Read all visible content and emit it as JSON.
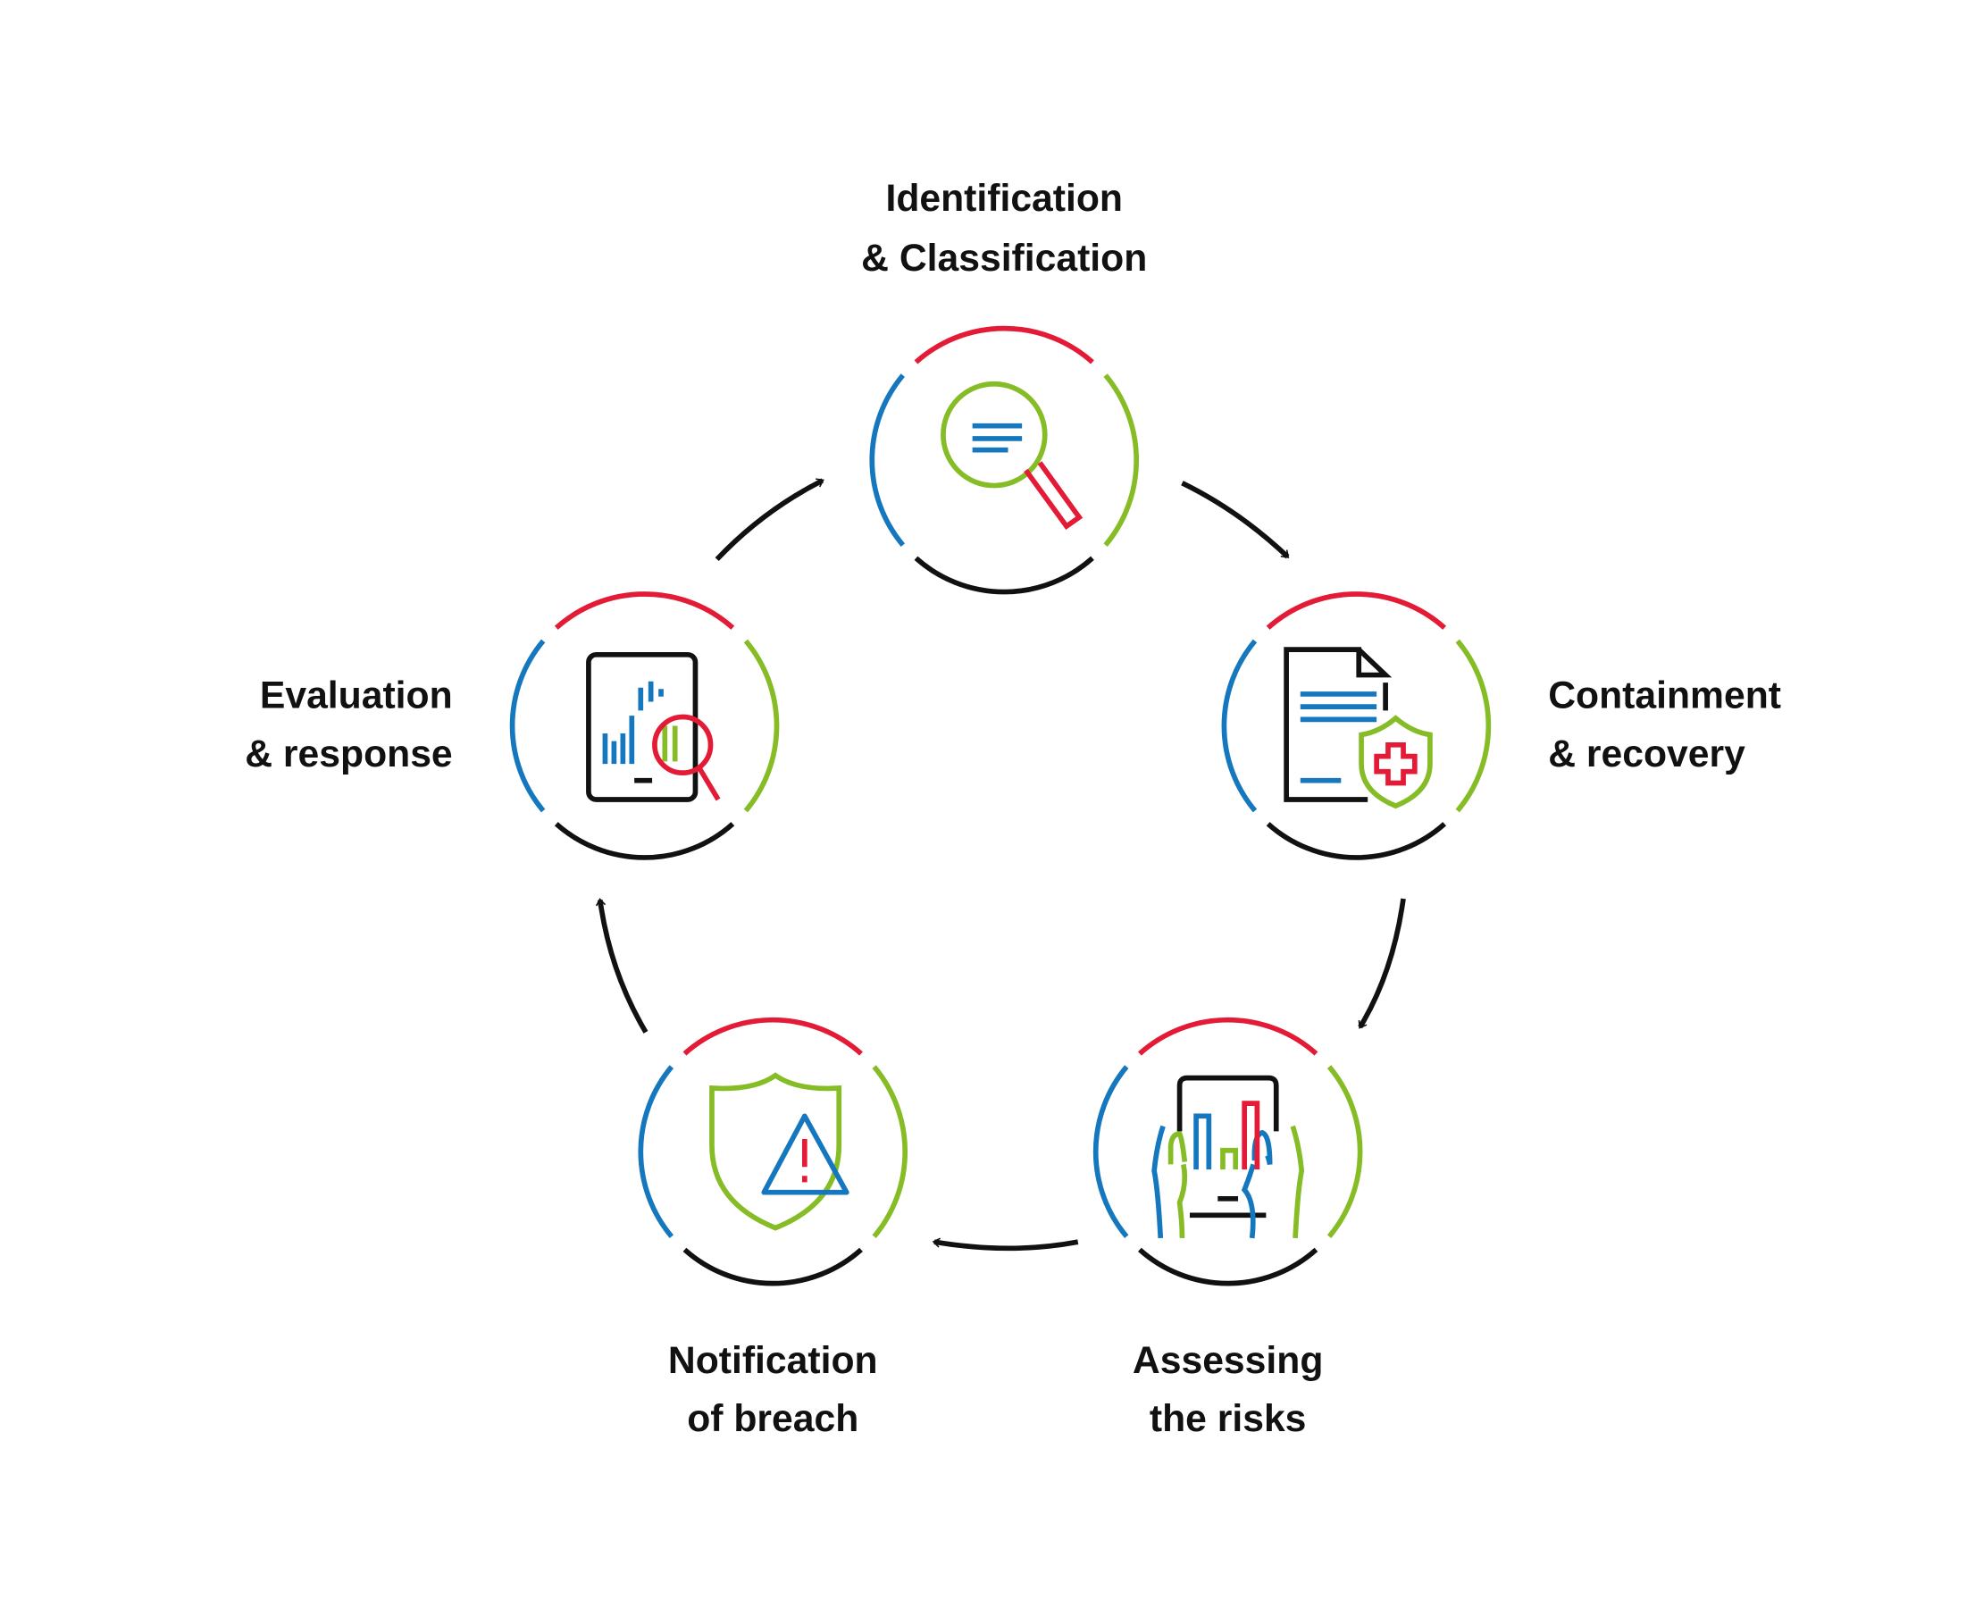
{
  "colors": {
    "red": "#e31b37",
    "blue": "#1577bd",
    "green": "#86bc25",
    "black": "#111111"
  },
  "steps": [
    {
      "line1": "Identification",
      "line2": "& Classification",
      "icon": "magnifier-document-icon"
    },
    {
      "line1": "Containment",
      "line2": "& recovery",
      "icon": "document-shield-medical-icon"
    },
    {
      "line1": "Assessing",
      "line2": "the risks",
      "icon": "hands-tablet-chart-icon"
    },
    {
      "line1": "Notification",
      "line2": "of breach",
      "icon": "shield-warning-icon"
    },
    {
      "line1": "Evaluation",
      "line2": "& response",
      "icon": "tablet-chart-magnifier-icon"
    }
  ]
}
